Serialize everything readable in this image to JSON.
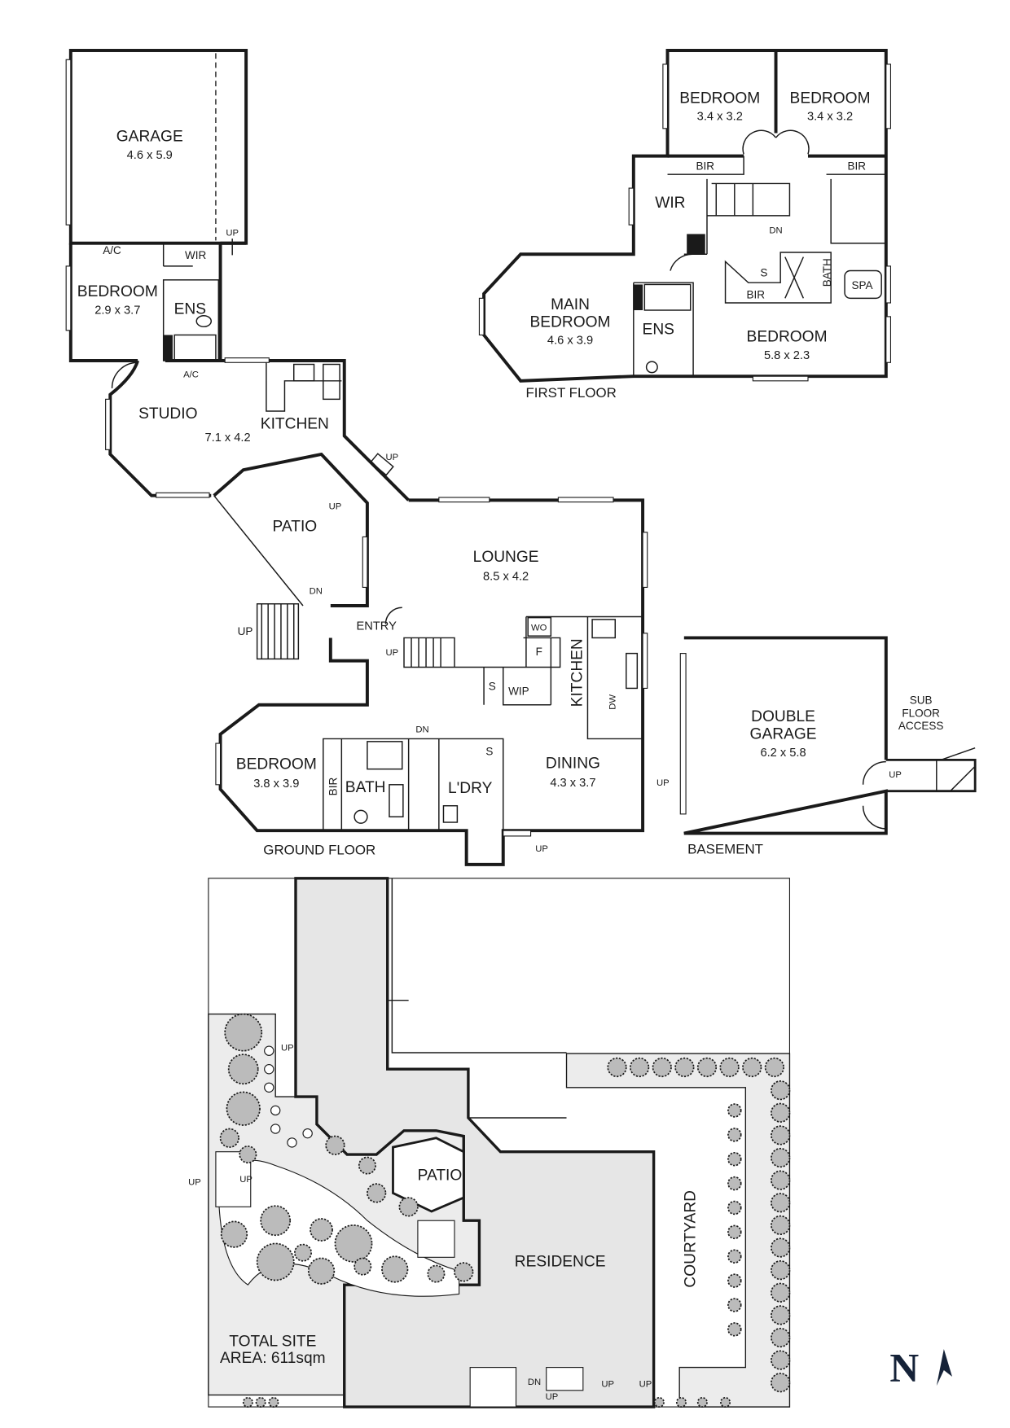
{
  "upper_floor_left": {
    "garage": {
      "name": "GARAGE",
      "size": "4.6 x 5.9"
    },
    "bedroom": {
      "name": "BEDROOM",
      "size": "2.9 x 3.7"
    },
    "ac_1": "A/C",
    "ac_2": "A/C",
    "wir": "WIR",
    "ens": "ENS",
    "up_garage": "UP",
    "studio": {
      "name": "STUDIO",
      "size": "7.1 x 4.2"
    },
    "kitchen": "KITCHEN",
    "up_kitchen": "UP"
  },
  "first_floor": {
    "title": "FIRST FLOOR",
    "bedroom_1": {
      "name": "BEDROOM",
      "size": "3.4 x 3.2"
    },
    "bedroom_2": {
      "name": "BEDROOM",
      "size": "3.4 x 3.2"
    },
    "bir_1": "BIR",
    "bir_2": "BIR",
    "bir_3": "BIR",
    "wir": "WIR",
    "dn": "DN",
    "main_bedroom": {
      "name_1": "MAIN",
      "name_2": "BEDROOM",
      "size": "4.6 x 3.9"
    },
    "ens": "ENS",
    "s": "S",
    "bath": "BATH",
    "spa": "SPA",
    "bedroom_3": {
      "name": "BEDROOM",
      "size": "5.8 x 2.3"
    }
  },
  "ground_floor": {
    "title": "GROUND FLOOR",
    "patio": "PATIO",
    "up_patio": "UP",
    "lounge": {
      "name": "LOUNGE",
      "size": "8.5 x 4.2"
    },
    "dn_entry": "DN",
    "entry": "ENTRY",
    "up_stairs_left": "UP",
    "up_entry": "UP",
    "wo": "WO",
    "f": "F",
    "s_1": "S",
    "wip": "WIP",
    "kitchen": "KITCHEN",
    "dw": "DW",
    "bedroom": {
      "name": "BEDROOM",
      "size": "3.8 x 3.9"
    },
    "bir": "BIR",
    "bath": "BATH",
    "dn_ldry": "DN",
    "s_2": "S",
    "ldry": "L'DRY",
    "dining": {
      "name": "DINING",
      "size": "4.3 x 3.7"
    },
    "up_dining": "UP",
    "up_rear": "UP"
  },
  "basement": {
    "title": "BASEMENT",
    "double_garage": {
      "name_1": "DOUBLE",
      "name_2": "GARAGE",
      "size": "6.2 x 5.8"
    },
    "sub_floor": [
      "SUB",
      "FLOOR",
      "ACCESS"
    ],
    "up": "UP"
  },
  "site_plan": {
    "patio": "PATIO",
    "residence": "RESIDENCE",
    "courtyard": "COURTYARD",
    "total_site": "TOTAL SITE",
    "area": "AREA: 611sqm",
    "up_1": "UP",
    "up_2": "UP",
    "up_3": "UP",
    "dn": "DN",
    "up_4": "UP",
    "up_5": "UP",
    "up_6": "UP"
  },
  "north_label": "N"
}
